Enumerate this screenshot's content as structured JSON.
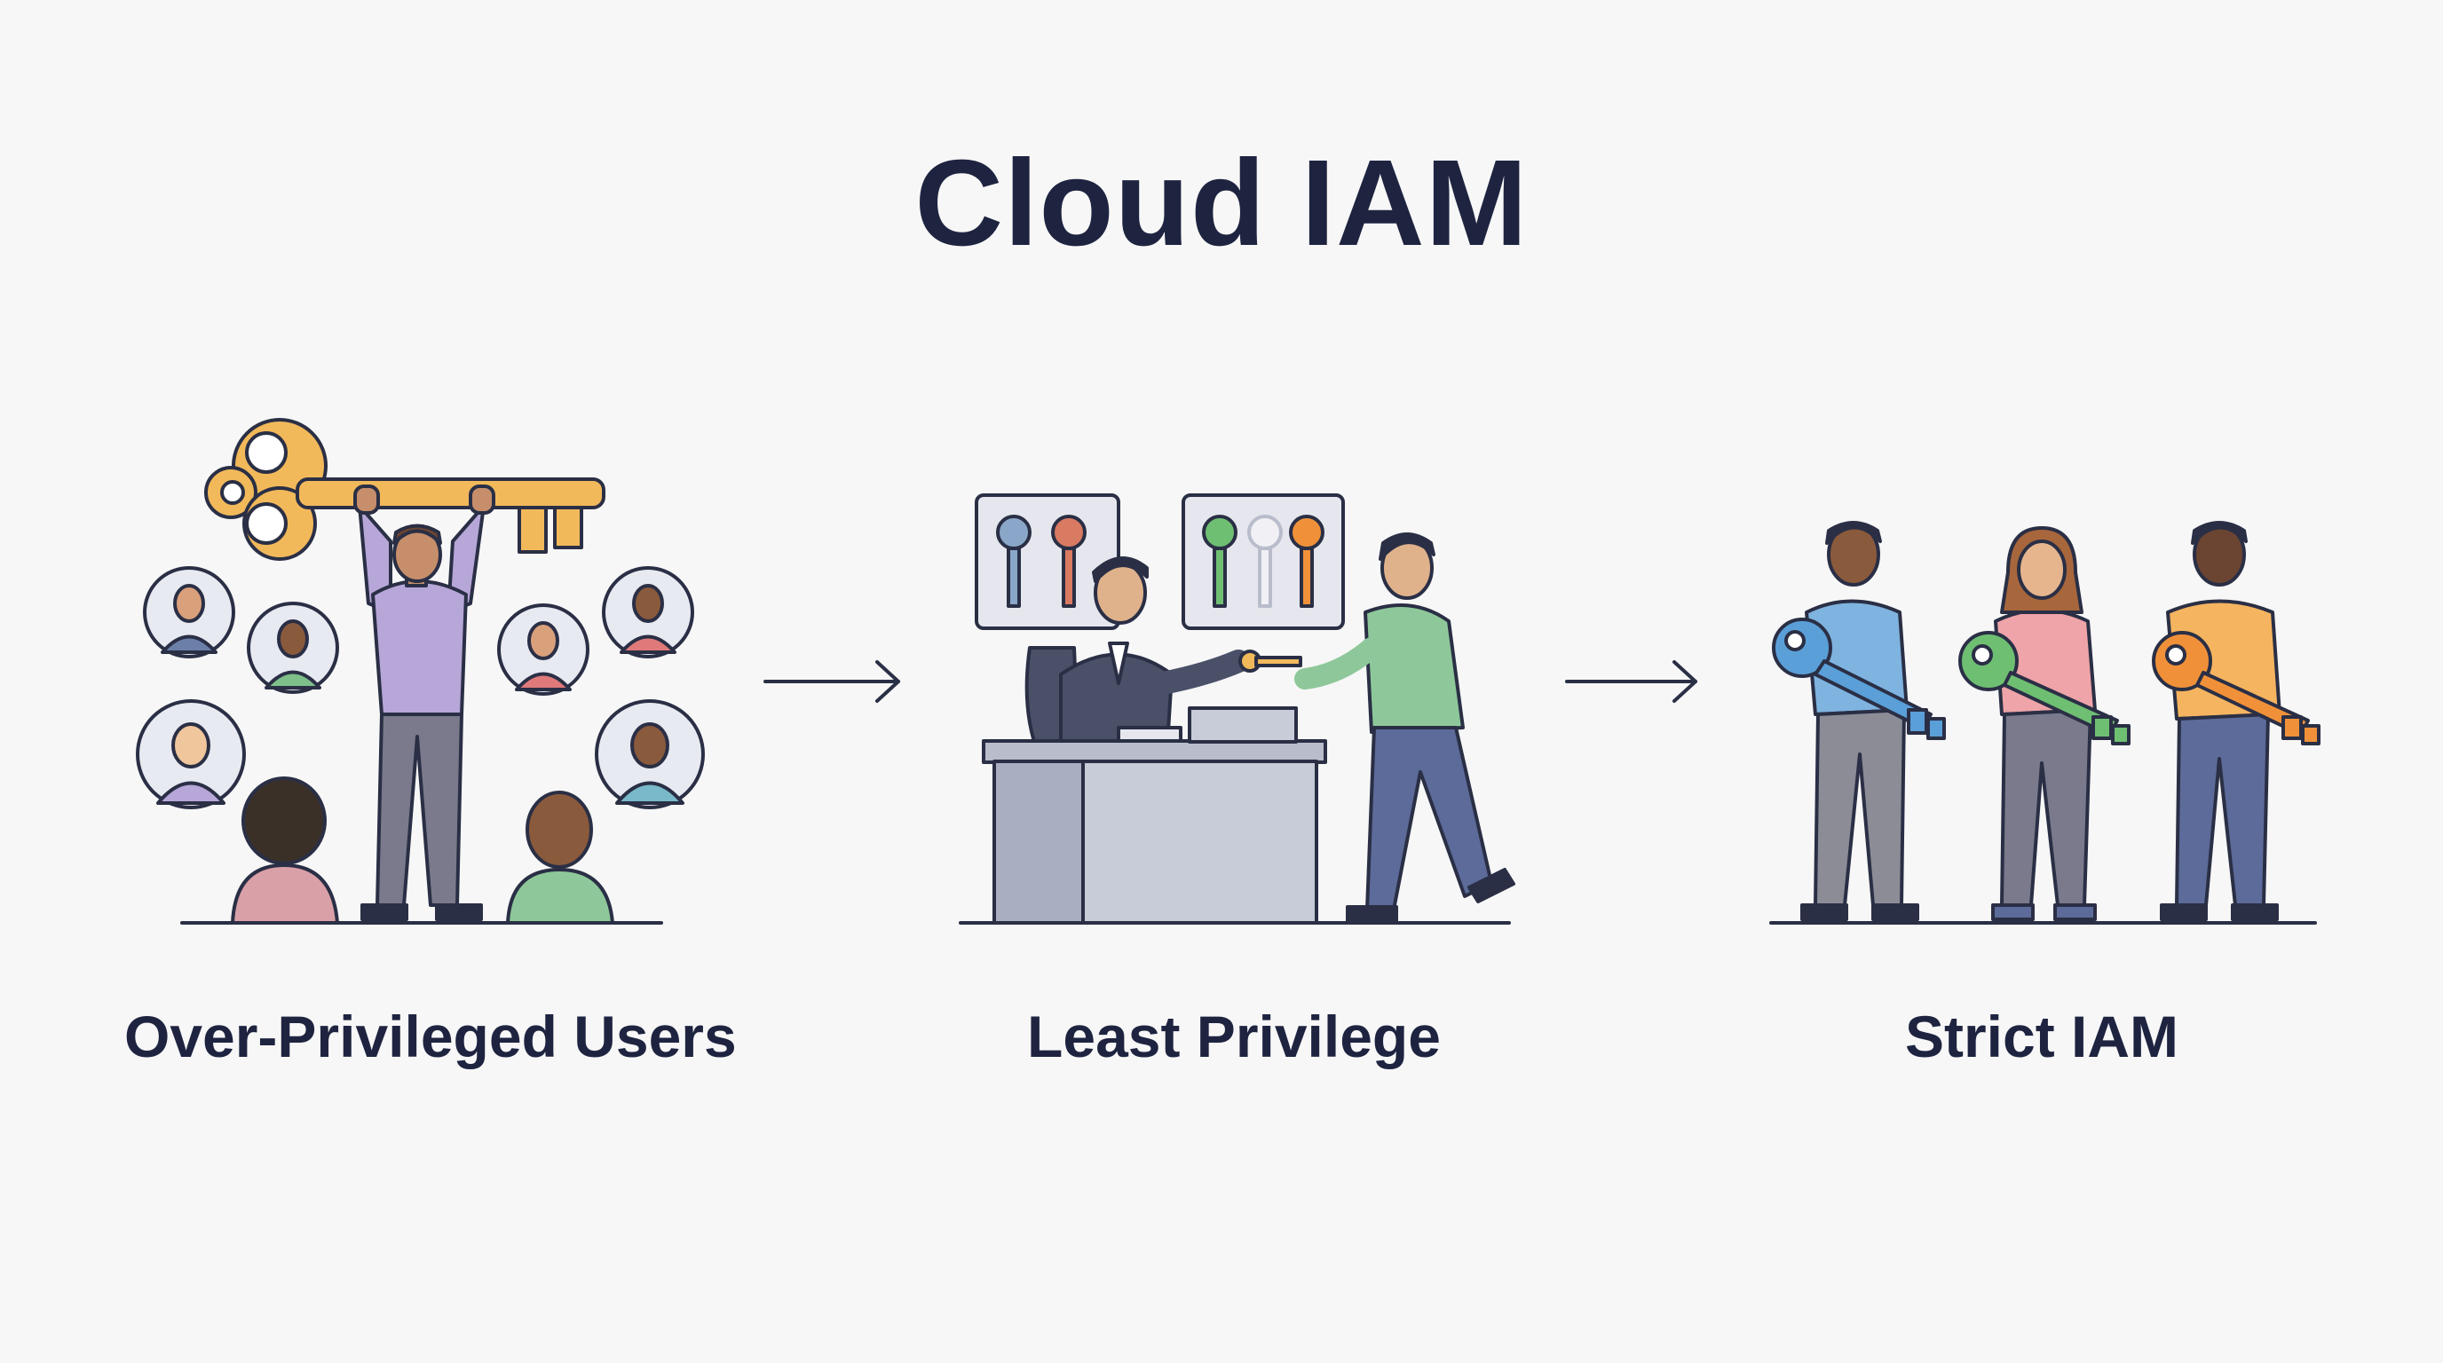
{
  "title": "Cloud IAM",
  "stages": [
    {
      "label": "Over-Privileged Users"
    },
    {
      "label": "Least Privilege"
    },
    {
      "label": "Strict IAM"
    }
  ],
  "colors": {
    "ink": "#1e2440",
    "gold_key": "#f2b95b",
    "blue_key": "#5b9fd8",
    "green_key": "#6fbf73",
    "orange_key": "#f0913a",
    "red_key": "#d97a62"
  }
}
